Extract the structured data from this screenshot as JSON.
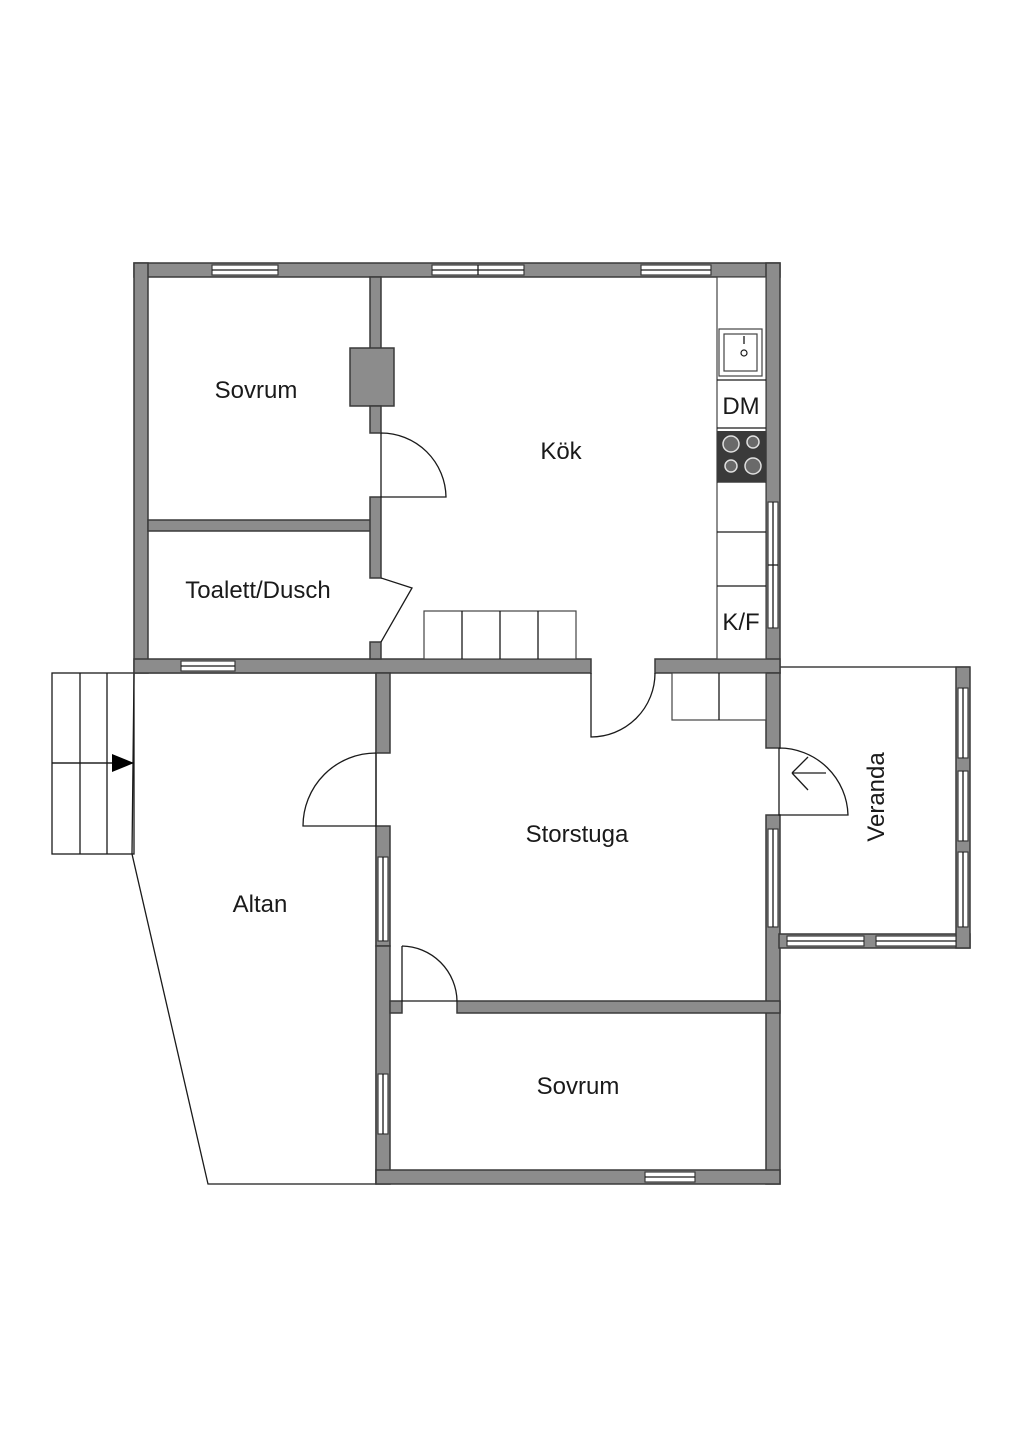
{
  "rooms": {
    "sovrum_north": "Sovrum",
    "kok": "Kök",
    "toalett": "Toalett/Dusch",
    "storstuga": "Storstuga",
    "altan": "Altan",
    "veranda": "Veranda",
    "sovrum_south": "Sovrum"
  },
  "fixtures": {
    "dishwasher": "DM",
    "fridge_freezer": "K/F"
  },
  "colors": {
    "wall_fill": "#8c8c8c",
    "wall_stroke": "#3a3a3a",
    "line": "#1a1a1a",
    "stove": "#3a3a3a"
  }
}
